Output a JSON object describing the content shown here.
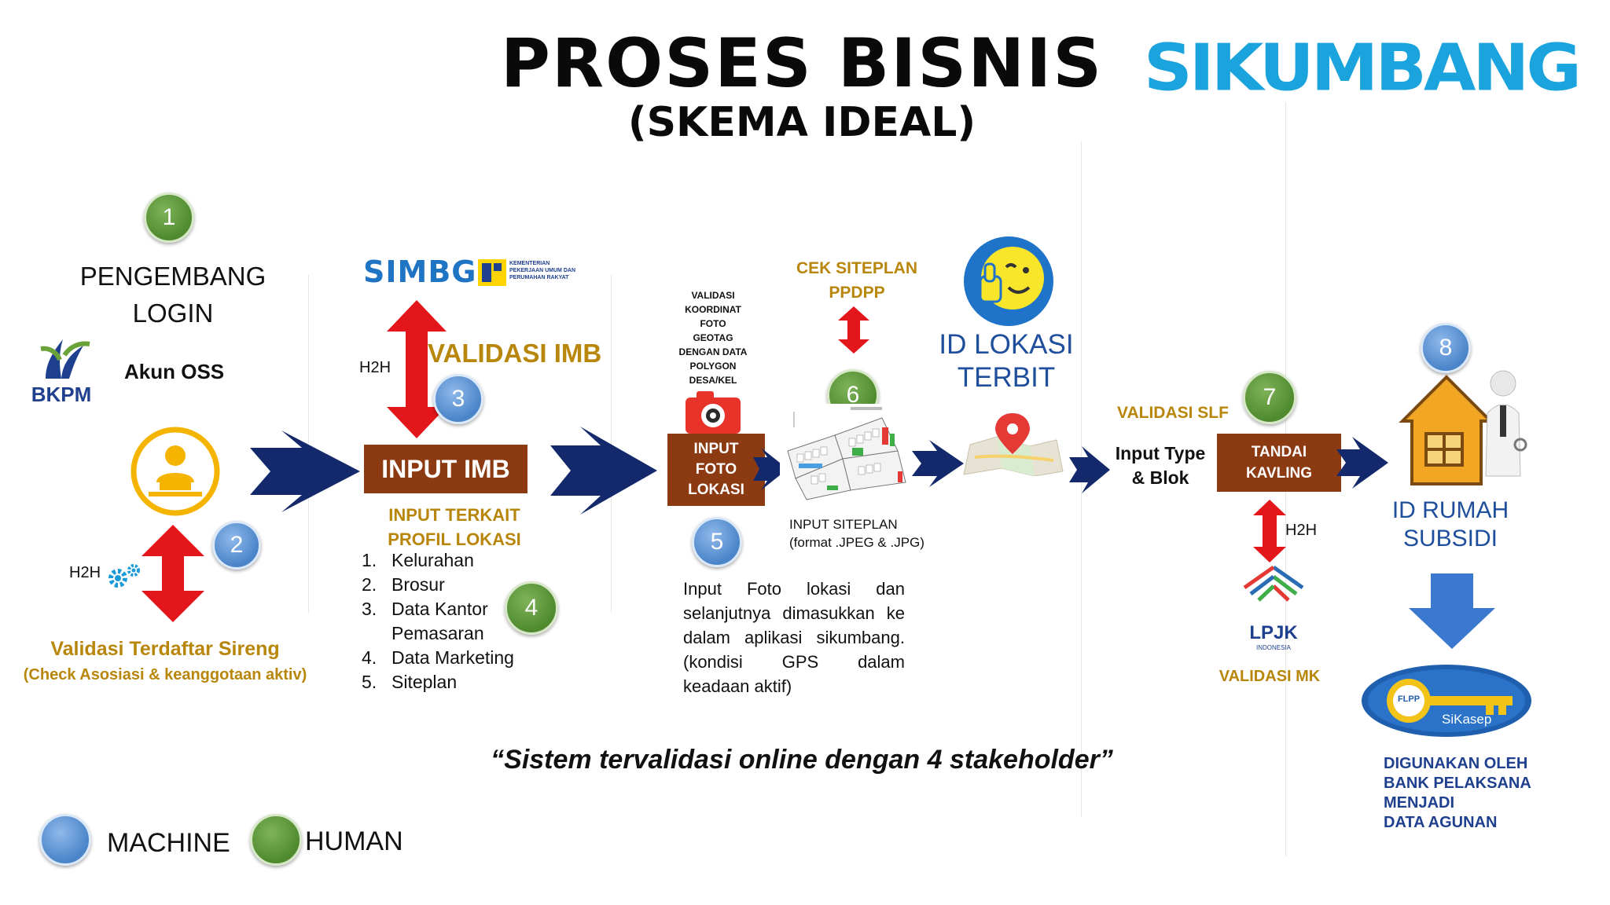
{
  "header": {
    "title": "PROSES BISNIS",
    "subtitle": "(SKEMA IDEAL)",
    "brand_logo": "SIKUMBANG"
  },
  "step1": {
    "number": "1",
    "heading_line1": "PENGEMBANG",
    "heading_line2": "LOGIN",
    "bkpm_logo": "BKPM",
    "account": "Akun OSS",
    "icon": "user-at-computer-icon"
  },
  "step2": {
    "number": "2",
    "h2h": "H2H",
    "validation_title": "Validasi Terdaftar Sireng",
    "validation_note": "(Check Asosiasi & keanggotaan aktiv)"
  },
  "step3": {
    "number": "3",
    "simbg_logo": "SIMBG",
    "ministry_logo": "KEMENTERIAN PEKERJAAN UMUM DAN PERUMAHAN RAKYAT",
    "h2h": "H2H",
    "validation_title": "VALIDASI IMB",
    "box_label": "INPUT IMB"
  },
  "step4": {
    "number": "4",
    "heading_line1": "INPUT TERKAIT",
    "heading_line2": "PROFIL LOKASI",
    "items": [
      {
        "n": "1.",
        "text": "Kelurahan"
      },
      {
        "n": "2.",
        "text": "Brosur"
      },
      {
        "n": "3.",
        "text": "Data Kantor"
      },
      {
        "n": "",
        "text": "Pemasaran"
      },
      {
        "n": "4.",
        "text": "Data Marketing"
      },
      {
        "n": "5.",
        "text": "Siteplan"
      }
    ]
  },
  "step5": {
    "number": "5",
    "validation_lines": [
      "VALIDASI",
      "KOORDINAT",
      "FOTO",
      "GEOTAG",
      "DENGAN DATA",
      "POLYGON",
      "DESA/KEL"
    ],
    "box_line1": "INPUT",
    "box_line2": "FOTO",
    "box_line3": "LOKASI",
    "description": "Input Foto lokasi dan selanjutnya dimasukkan ke dalam aplikasi sikumbang. (kondisi GPS dalam keadaan aktif)"
  },
  "step6": {
    "number": "6",
    "check_line1": "CEK SITEPLAN",
    "check_line2": "PPDPP",
    "siteplan_line1": "INPUT SITEPLAN",
    "siteplan_line2": "(format .JPEG & .JPG)"
  },
  "id_lokasi": {
    "line1": "ID LOKASI",
    "line2": "TERBIT"
  },
  "slf": {
    "validation": "VALIDASI SLF",
    "line1": "Input Type",
    "line2": "& Blok"
  },
  "step7": {
    "number": "7",
    "box_line1": "TANDAI",
    "box_line2": "KAVLING",
    "h2h": "H2H",
    "lpjk_logo": "LPJK",
    "lpjk_sub": "INDONESIA",
    "validation": "VALIDASI MK"
  },
  "step8": {
    "number": "8",
    "line1": "ID RUMAH",
    "line2": "SUBSIDI",
    "sikasep_logo": "SiKasep",
    "flpp": "FLPP",
    "usage_lines": [
      "DIGUNAKAN OLEH",
      "BANK PELAKSANA",
      "MENJADI",
      "DATA AGUNAN"
    ]
  },
  "quote": "“Sistem tervalidasi online dengan 4 stakeholder”",
  "legend": {
    "machine": "MACHINE",
    "human": "HUMAN"
  },
  "colors": {
    "navy_arrow": "#13296b",
    "red_arrow": "#e3161b",
    "brown_box": "#8b3a12",
    "gold_text": "#b8860b",
    "human_green": "#5a9436",
    "machine_blue": "#5b93d3",
    "sikumbang_blue": "#1aa3dc"
  }
}
